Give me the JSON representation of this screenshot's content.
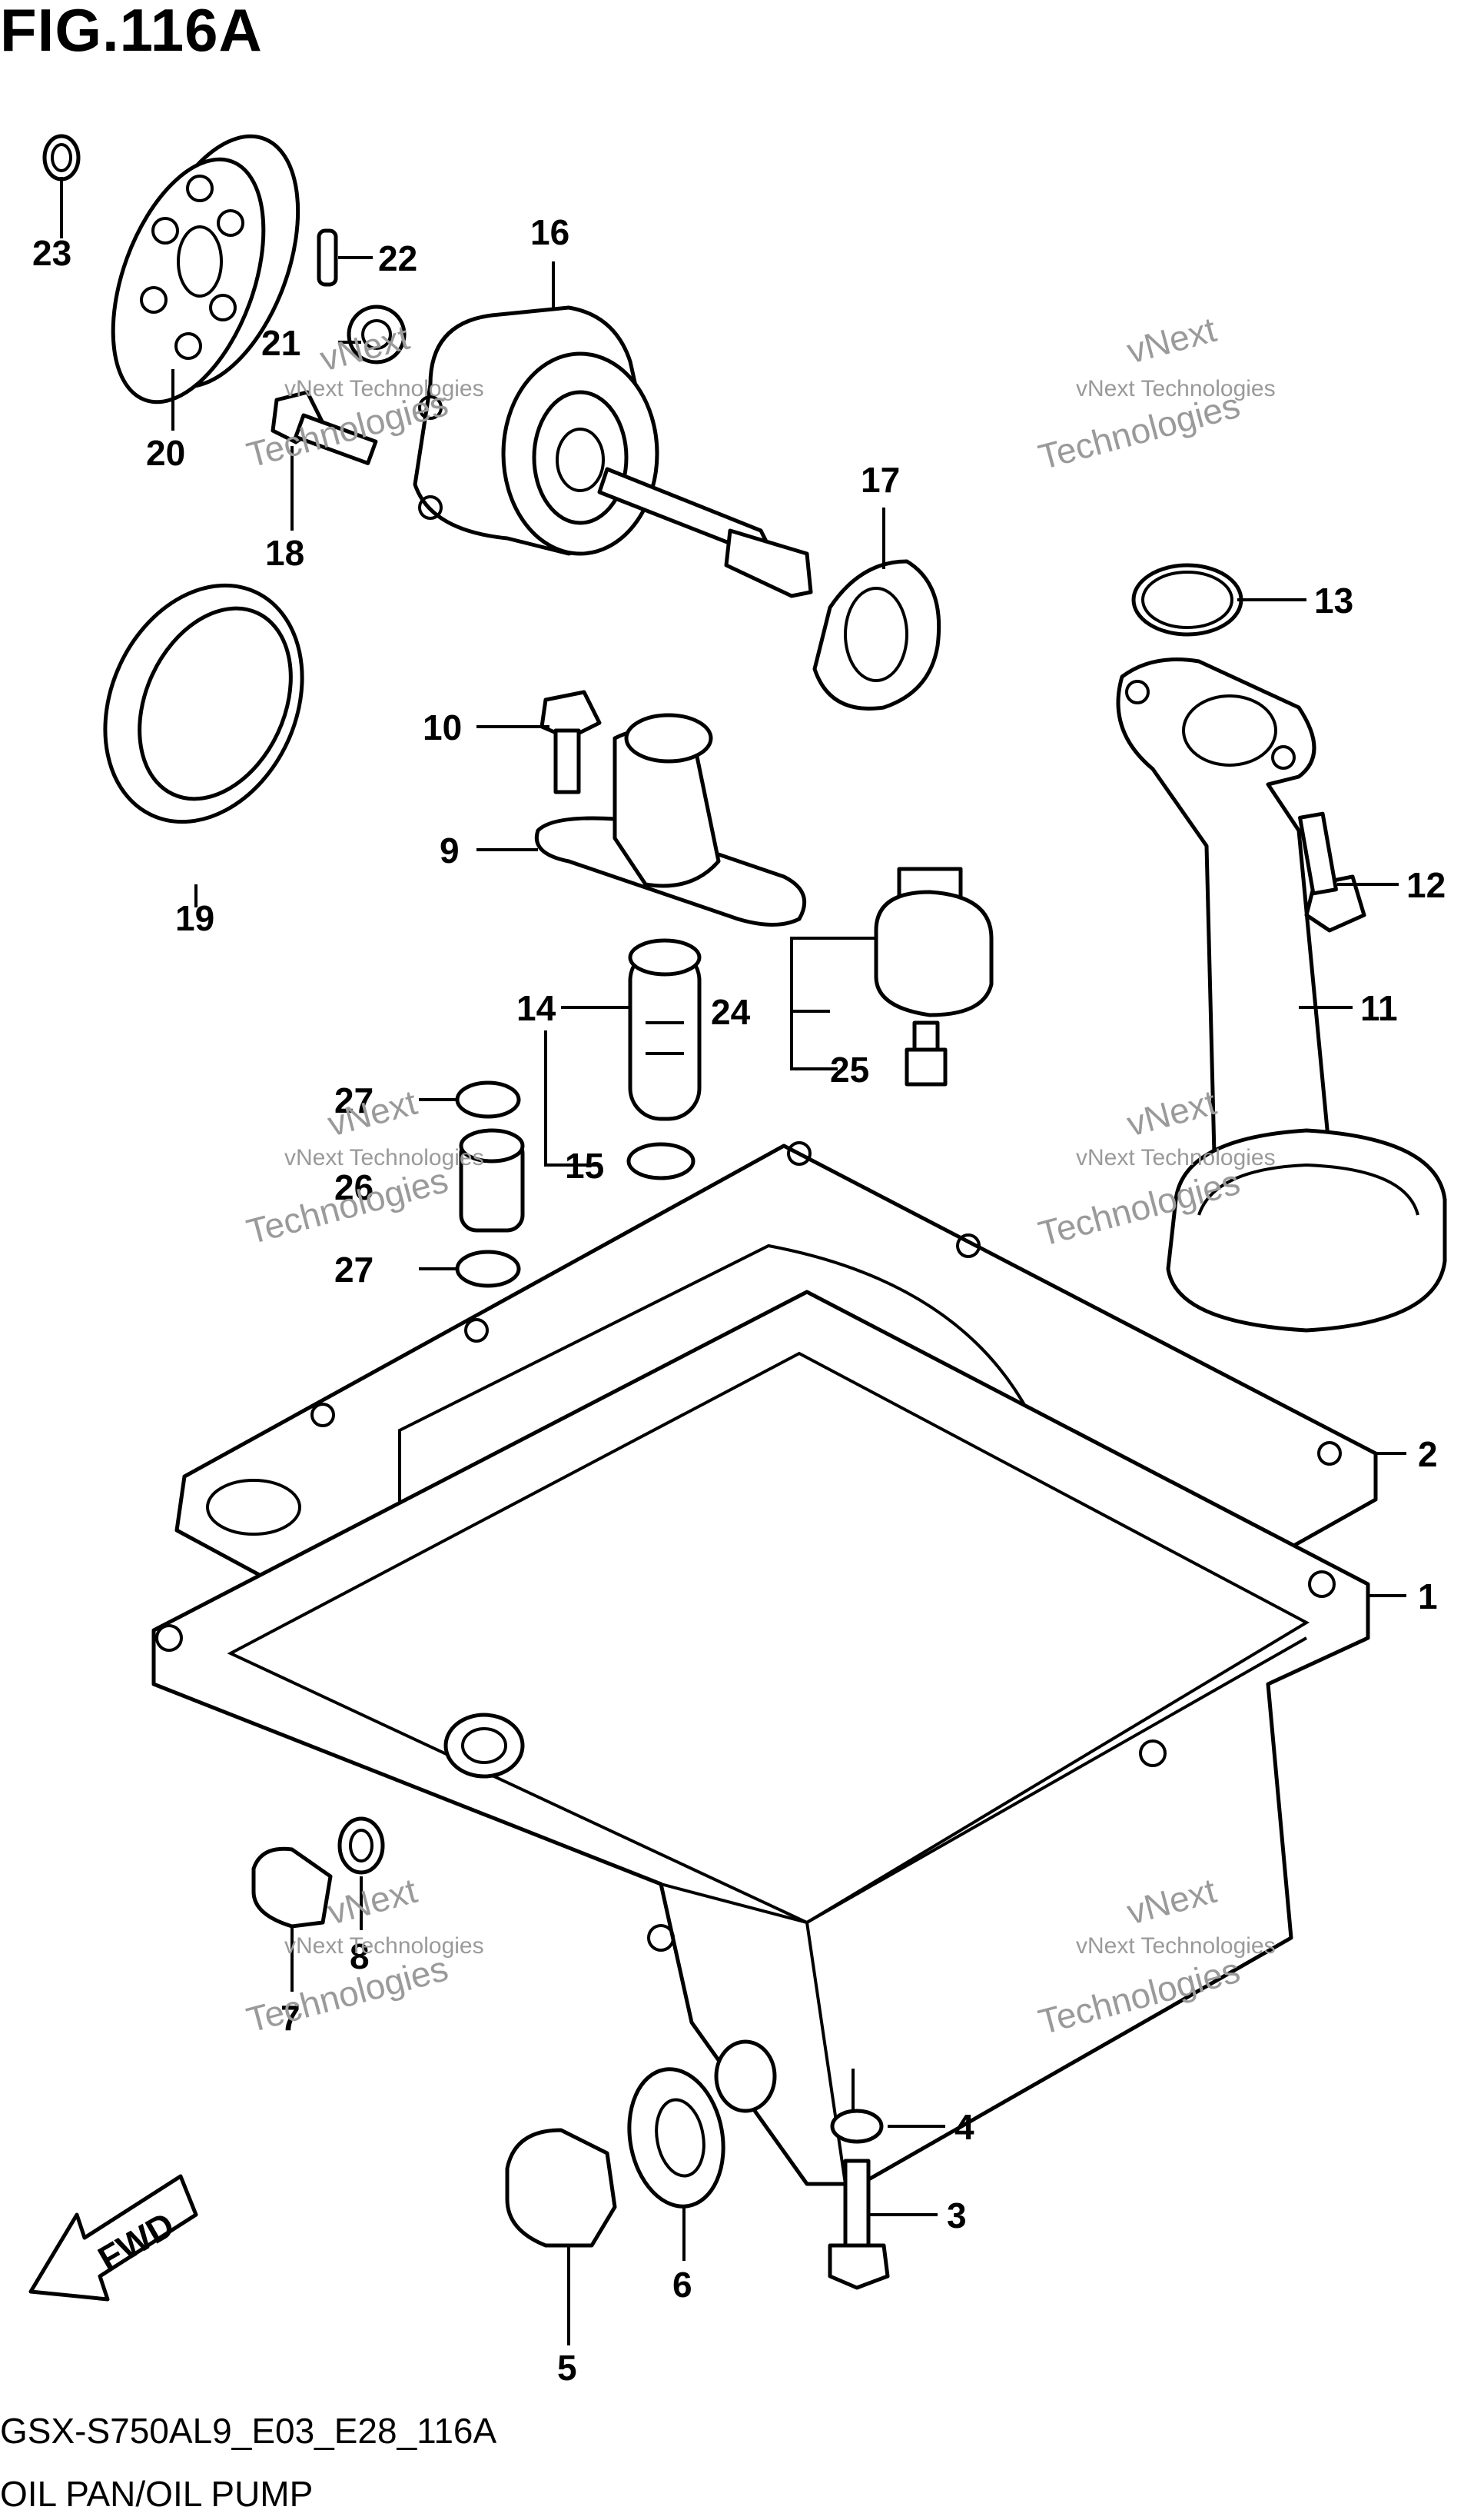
{
  "figure": {
    "title": "FIG.116A",
    "model_code": "GSX-S750AL9_E03_E28_116A",
    "subtitle": "OIL PAN/OIL PUMP",
    "fwd_label": "FWD"
  },
  "watermark": {
    "line1": "vNext Technologies",
    "line2": "vNext",
    "line3": "Technologies"
  },
  "callouts": [
    {
      "number": "1"
    },
    {
      "number": "2"
    },
    {
      "number": "3"
    },
    {
      "number": "4"
    },
    {
      "number": "5"
    },
    {
      "number": "6"
    },
    {
      "number": "7"
    },
    {
      "number": "8"
    },
    {
      "number": "9"
    },
    {
      "number": "10"
    },
    {
      "number": "11"
    },
    {
      "number": "12"
    },
    {
      "number": "13"
    },
    {
      "number": "14"
    },
    {
      "number": "15"
    },
    {
      "number": "16"
    },
    {
      "number": "17"
    },
    {
      "number": "18"
    },
    {
      "number": "19"
    },
    {
      "number": "20"
    },
    {
      "number": "21"
    },
    {
      "number": "22"
    },
    {
      "number": "23"
    },
    {
      "number": "24"
    },
    {
      "number": "25"
    },
    {
      "number": "26"
    },
    {
      "number": "27"
    },
    {
      "number": "27"
    }
  ],
  "icons": [
    "fwd-arrow-icon"
  ]
}
